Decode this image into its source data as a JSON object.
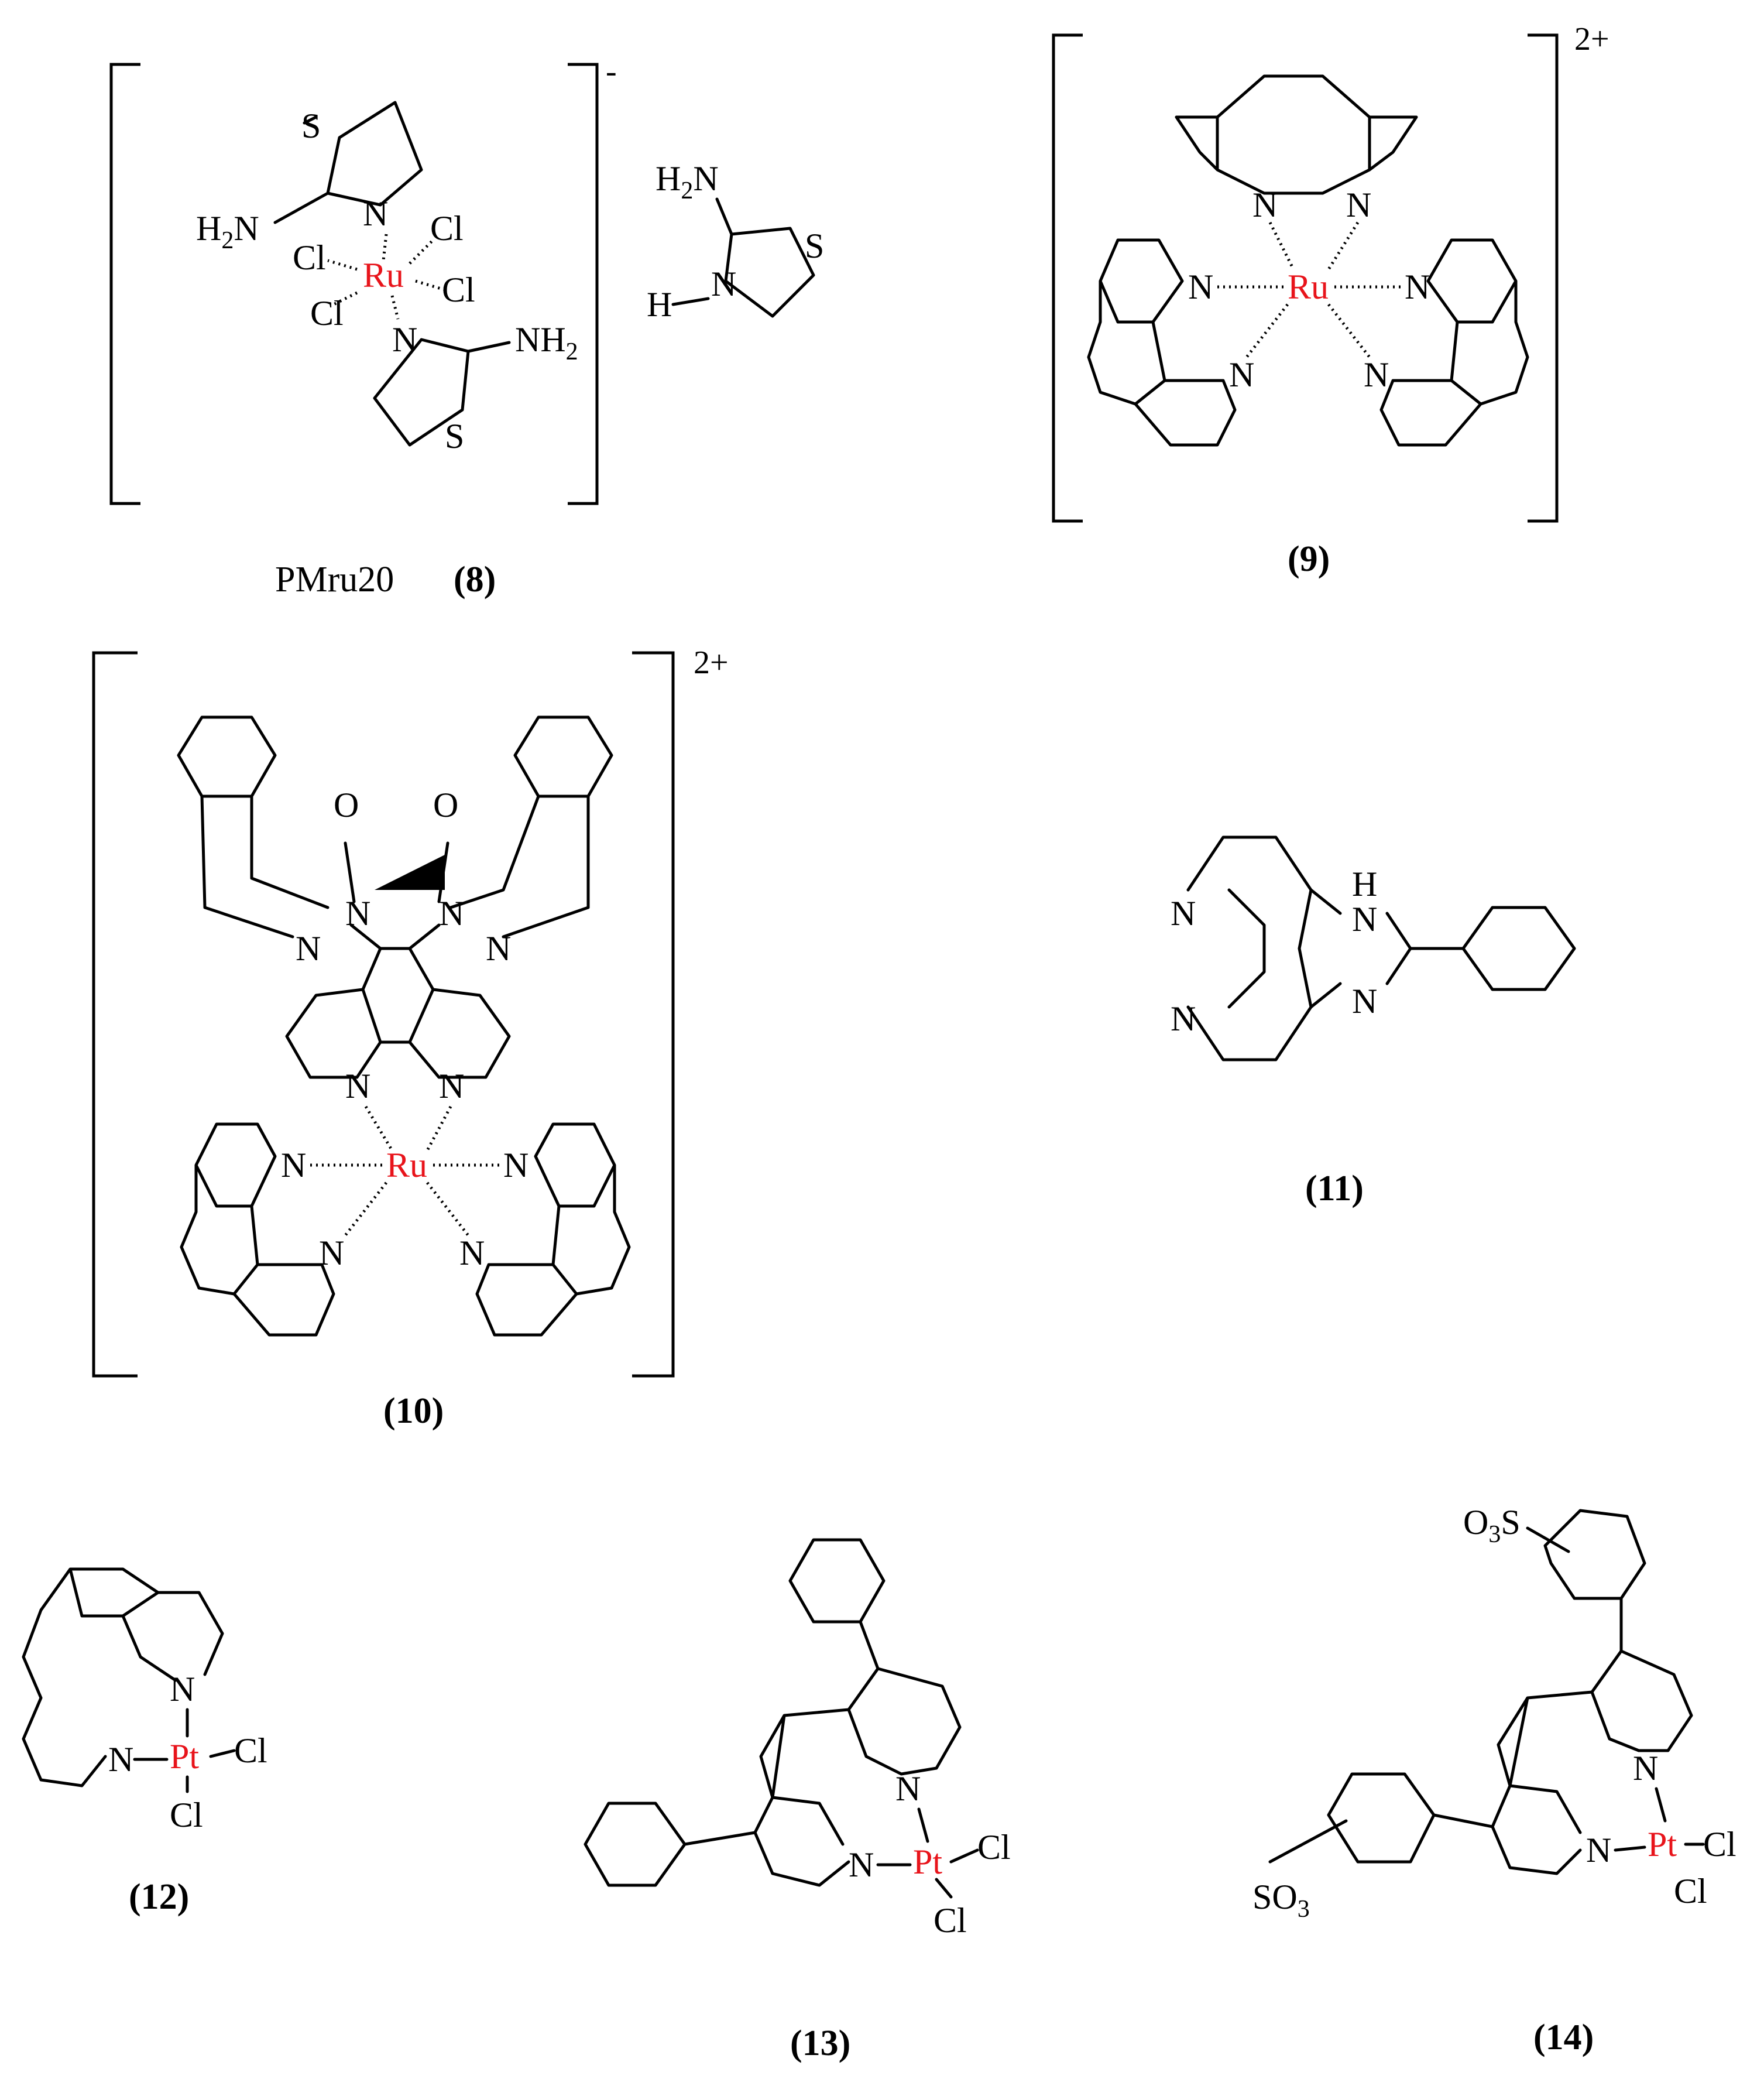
{
  "compounds": [
    {
      "label": "(8)",
      "name": "PMru20",
      "charge": "-",
      "metal": "Ru"
    },
    {
      "label": "(9)",
      "charge": "2+",
      "metal": "Ru"
    },
    {
      "label": "(10)",
      "charge": "2+",
      "metal": "Ru"
    },
    {
      "label": "(11)"
    },
    {
      "label": "(12)",
      "metal": "Pt"
    },
    {
      "label": "(13)",
      "metal": "Pt"
    },
    {
      "label": "(14)",
      "metal": "Pt"
    }
  ],
  "atoms": {
    "S": "S",
    "N": "N",
    "Cl": "Cl",
    "H": "H",
    "O": "O",
    "H2N": "H",
    "NH2": "NH",
    "two": "2",
    "three": "3",
    "O3S": "O",
    "SO3": "SO",
    "Sl": "S"
  },
  "colors": {
    "metal": "#e8141b",
    "ink": "#000000"
  }
}
